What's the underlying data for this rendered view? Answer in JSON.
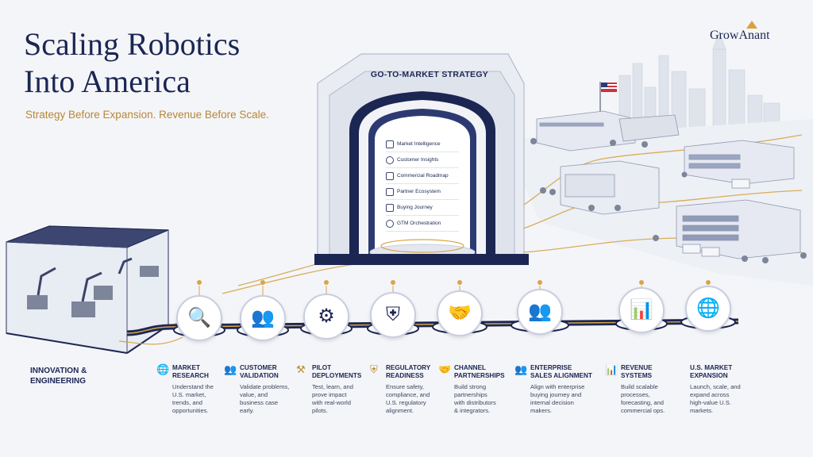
{
  "header": {
    "title_line1": "Scaling Robotics",
    "title_line2": "Into America",
    "subtitle": "Strategy Before Expansion. Revenue Before Scale.",
    "brand": "GrowAnant"
  },
  "gtm": {
    "title": "GO-TO-MARKET STRATEGY",
    "items": [
      {
        "label": "Market Intelligence",
        "icon": "list-icon"
      },
      {
        "label": "Customer Insights",
        "icon": "people-icon"
      },
      {
        "label": "Commercial Roadmap",
        "icon": "mountain-icon"
      },
      {
        "label": "Partner Ecosystem",
        "icon": "handshake-icon"
      },
      {
        "label": "Buying Journey",
        "icon": "path-icon"
      },
      {
        "label": "GTM Orchestration",
        "icon": "gear-icon"
      }
    ]
  },
  "start": {
    "label_line1": "INNOVATION &",
    "label_line2": "ENGINEERING"
  },
  "steps": [
    {
      "title": "MARKET\nRESEARCH",
      "desc": "Understand the\nU.S. market,\ntrends, and\nopportunities.",
      "icon": "magnifier-chart-icon",
      "small_icon": "globe-icon"
    },
    {
      "title": "CUSTOMER\nVALIDATION",
      "desc": "Validate problems,\nvalue, and\nbusiness case\nearly.",
      "icon": "people-check-icon",
      "small_icon": "people-icon"
    },
    {
      "title": "PILOT\nDEPLOYMENTS",
      "desc": "Test, learn, and\nprove impact\nwith real-world\npilots.",
      "icon": "robot-arm-icon",
      "small_icon": "robot-arm-icon"
    },
    {
      "title": "REGULATORY\nREADINESS",
      "desc": "Ensure safety,\ncompliance, and\nU.S. regulatory\nalignment.",
      "icon": "shield-check-icon",
      "small_icon": "shield-icon"
    },
    {
      "title": "CHANNEL\nPARTNERSHIPS",
      "desc": "Build strong\npartnerships\nwith distributors\n& integrators.",
      "icon": "handshake-icon",
      "small_icon": "handshake-icon"
    },
    {
      "title": "ENTERPRISE\nSALES ALIGNMENT",
      "desc": "Align with enterprise\nbuying journey and\ninternal decision\nmakers.",
      "icon": "meeting-icon",
      "small_icon": "people-icon"
    },
    {
      "title": "REVENUE\nSYSTEMS",
      "desc": "Build scalable\nprocesses,\nforecasting, and\ncommercial ops.",
      "icon": "bar-chart-dollar-icon",
      "small_icon": "bar-chart-icon"
    },
    {
      "title": "U.S. MARKET\nEXPANSION",
      "desc": "Launch, scale, and\nexpand across\nhigh-value U.S.\nmarkets.",
      "icon": "globe-pin-icon",
      "small_icon": "globe-icon"
    }
  ],
  "colors": {
    "navy": "#1c2653",
    "gold": "#c08a35",
    "background": "#f4f5f8"
  }
}
